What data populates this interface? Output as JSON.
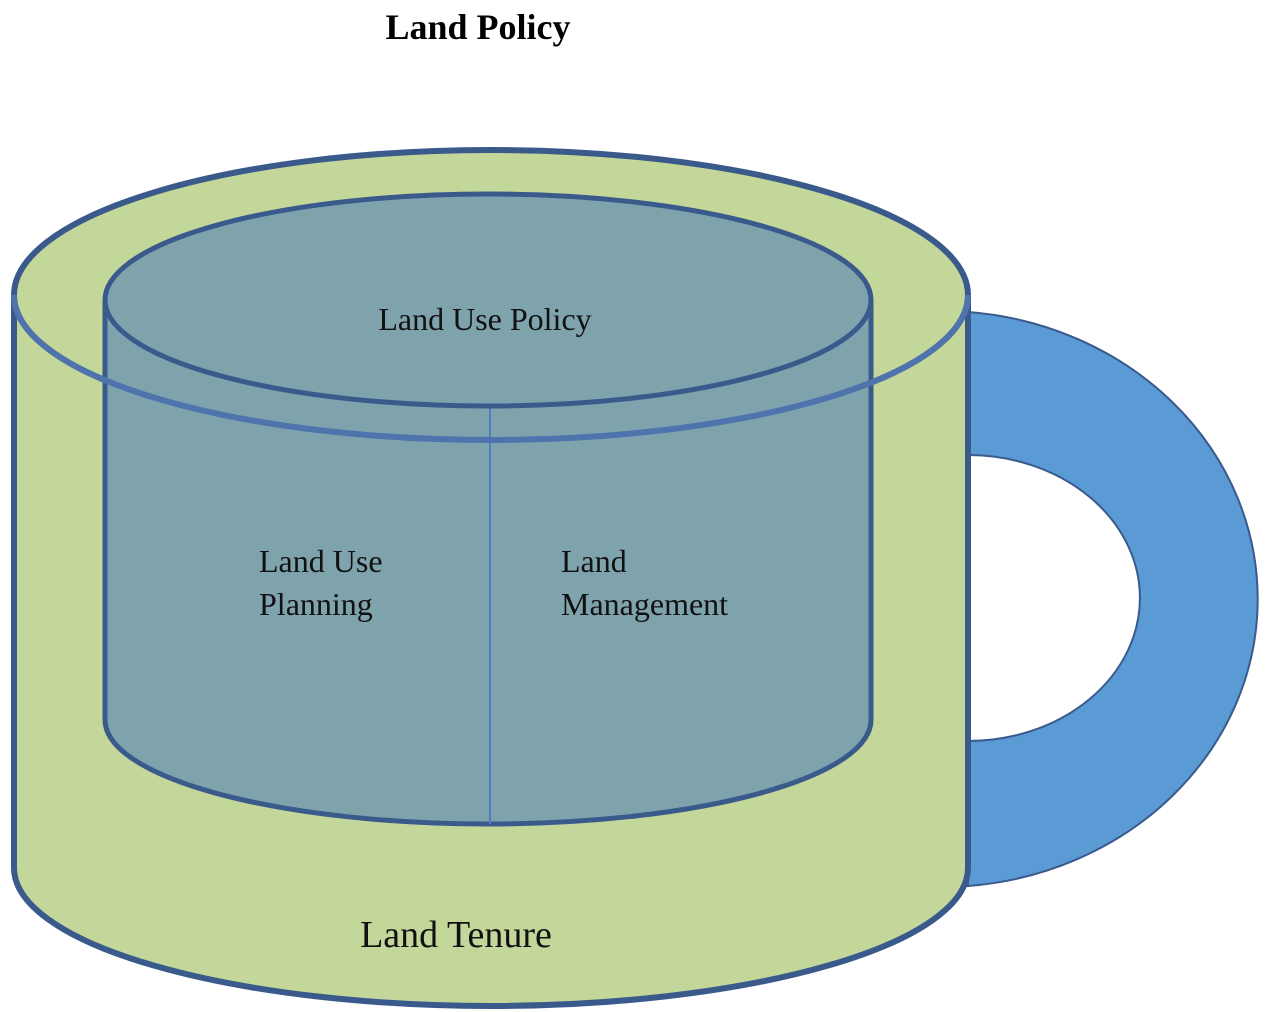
{
  "title": "Land Policy",
  "mug": {
    "outer_label": "Land Tenure",
    "inner_top_label": "Land Use Policy",
    "inner_left_label": [
      "Land Use",
      "Planning"
    ],
    "inner_right_label": [
      "Land",
      "Management"
    ]
  },
  "colors": {
    "outer_fill": "#c4d79b",
    "inner_fill": "#7fa3ad",
    "outline": "#3a5a8c",
    "handle_fill": "#5b9bd5"
  }
}
